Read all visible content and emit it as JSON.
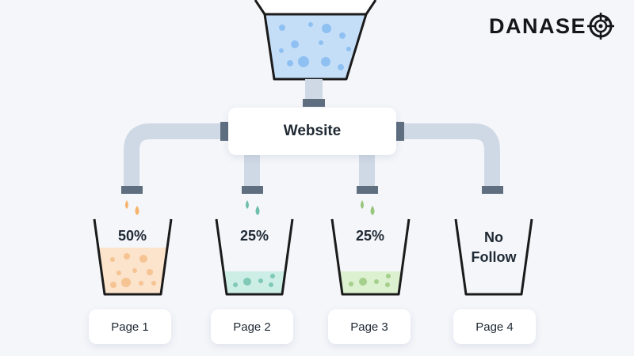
{
  "brand": {
    "name": "DANASE",
    "icon": "target-crosshair-icon"
  },
  "source": {
    "label": "Website"
  },
  "pages": [
    {
      "label": "Page 1",
      "share": "50%",
      "fill_level": 0.5,
      "color": "#f6c493",
      "liquid": "#fbe3cc"
    },
    {
      "label": "Page 2",
      "share": "25%",
      "fill_level": 0.25,
      "color": "#7fc9b6",
      "liquid": "#cdeee5"
    },
    {
      "label": "Page 3",
      "share": "25%",
      "fill_level": 0.25,
      "color": "#a5cf8c",
      "liquid": "#dcf1d0"
    },
    {
      "label": "Page 4",
      "share": [
        "No",
        "Follow"
      ],
      "fill_level": 0,
      "color": "#cccccc",
      "liquid": "#ffffff"
    }
  ],
  "colors": {
    "pipe": "#cfd9e6",
    "pipe_joint": "#5f6f80",
    "water": "#c5def8",
    "bubble": "#8fc0f2",
    "outline": "#1b1b1b"
  }
}
